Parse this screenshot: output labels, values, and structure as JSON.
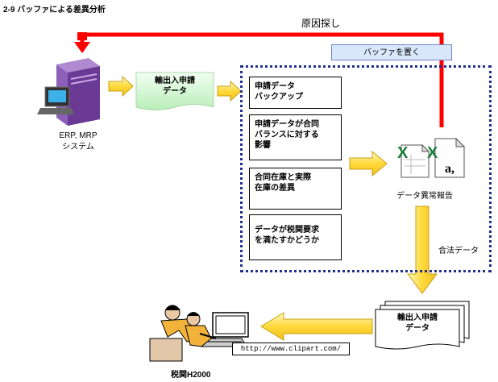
{
  "title": "2-9 バッファによる差異分析",
  "feedback_label": "原因探し",
  "buffer_label": "バッファを置く",
  "system": {
    "label_line1": "ERP, MRP",
    "label_line2": "システム"
  },
  "input_doc": {
    "line1": "輸出入申請",
    "line2": "データ"
  },
  "steps": [
    {
      "line1": "申請データ",
      "line2": "バックアップ",
      "line3": ""
    },
    {
      "line1": "申請データが合同",
      "line2": "バランスに対する",
      "line3": "影響"
    },
    {
      "line1": "合同在庫と実際",
      "line2": "在庫の差異",
      "line3": ""
    },
    {
      "line1": "データが税関要求",
      "line2": "を満たすかどうか",
      "line3": ""
    }
  ],
  "report_label": "データ異常報告",
  "legal_label": "合法データ",
  "output_doc": {
    "line1": "輸出入申請",
    "line2": "データ"
  },
  "clipart_url": "http://www.clipart.com/",
  "customs_label": "税関H2000",
  "colors": {
    "feedback_arrow": "#ff0000",
    "flow_arrow": "#ffd93a",
    "dotted_border": "#1f2f8f",
    "buffer_fill": "#d9e7fb",
    "doc_fill": "#d6f6d6"
  }
}
